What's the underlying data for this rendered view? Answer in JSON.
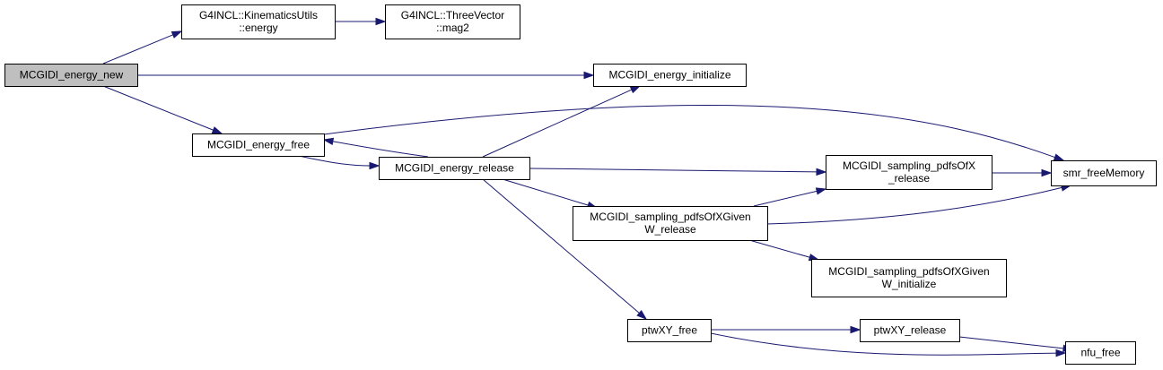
{
  "colors": {
    "edge": "#191970",
    "node_fill": "#ffffff",
    "root_fill": "#bfbfbf",
    "node_border": "#000000",
    "background": "#ffffff"
  },
  "nodes": [
    {
      "id": "energy_new",
      "lines": [
        "MCGIDI_energy_new"
      ],
      "root": true
    },
    {
      "id": "kin_energy",
      "lines": [
        "G4INCL::KinematicsUtils",
        "::energy"
      ],
      "root": false
    },
    {
      "id": "mag2",
      "lines": [
        "G4INCL::ThreeVector",
        "::mag2"
      ],
      "root": false
    },
    {
      "id": "energy_initialize",
      "lines": [
        "MCGIDI_energy_initialize"
      ],
      "root": false
    },
    {
      "id": "energy_free",
      "lines": [
        "MCGIDI_energy_free"
      ],
      "root": false
    },
    {
      "id": "energy_release",
      "lines": [
        "MCGIDI_energy_release"
      ],
      "root": false
    },
    {
      "id": "smr_freeMemory",
      "lines": [
        "smr_freeMemory"
      ],
      "root": false
    },
    {
      "id": "pdfsOfX_release",
      "lines": [
        "MCGIDI_sampling_pdfsOfX",
        "_release"
      ],
      "root": false
    },
    {
      "id": "pdfsOfXGivenW_release",
      "lines": [
        "MCGIDI_sampling_pdfsOfXGiven",
        "W_release"
      ],
      "root": false
    },
    {
      "id": "pdfsOfXGivenW_initialize",
      "lines": [
        "MCGIDI_sampling_pdfsOfXGiven",
        "W_initialize"
      ],
      "root": false
    },
    {
      "id": "ptwXY_free",
      "lines": [
        "ptwXY_free"
      ],
      "root": false
    },
    {
      "id": "ptwXY_release",
      "lines": [
        "ptwXY_release"
      ],
      "root": false
    },
    {
      "id": "nfu_free",
      "lines": [
        "nfu_free"
      ],
      "root": false
    }
  ],
  "edges": [
    {
      "from": "energy_new",
      "to": "kin_energy"
    },
    {
      "from": "kin_energy",
      "to": "mag2"
    },
    {
      "from": "energy_new",
      "to": "energy_initialize"
    },
    {
      "from": "energy_new",
      "to": "energy_free"
    },
    {
      "from": "energy_free",
      "to": "smr_freeMemory"
    },
    {
      "from": "energy_free",
      "to": "energy_release"
    },
    {
      "from": "energy_release",
      "to": "energy_free"
    },
    {
      "from": "energy_release",
      "to": "energy_initialize"
    },
    {
      "from": "energy_release",
      "to": "pdfsOfX_release"
    },
    {
      "from": "energy_release",
      "to": "pdfsOfXGivenW_release"
    },
    {
      "from": "energy_release",
      "to": "ptwXY_free"
    },
    {
      "from": "pdfsOfX_release",
      "to": "smr_freeMemory"
    },
    {
      "from": "pdfsOfXGivenW_release",
      "to": "pdfsOfX_release"
    },
    {
      "from": "pdfsOfXGivenW_release",
      "to": "smr_freeMemory"
    },
    {
      "from": "pdfsOfXGivenW_release",
      "to": "pdfsOfXGivenW_initialize"
    },
    {
      "from": "ptwXY_free",
      "to": "ptwXY_release"
    },
    {
      "from": "ptwXY_free",
      "to": "nfu_free"
    },
    {
      "from": "ptwXY_release",
      "to": "nfu_free"
    }
  ]
}
